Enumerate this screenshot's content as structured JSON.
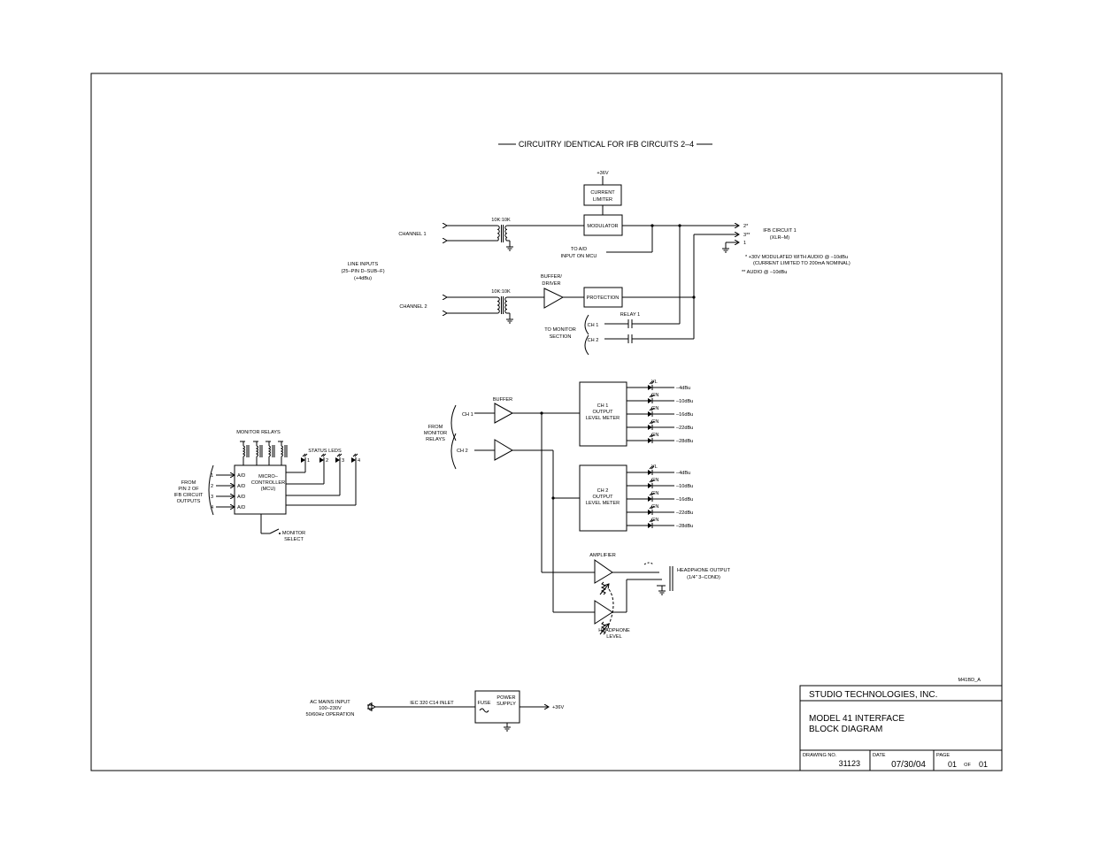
{
  "header": {
    "note": "CIRCUITRY IDENTICAL FOR IFB CIRCUITS 2–4"
  },
  "ifb": {
    "supply": "+36V",
    "current_limiter": [
      "CURRENT",
      "LIMITER"
    ],
    "transformer1": "10K:10K",
    "transformer2": "10K:10K",
    "channel1": "CHANNEL 1",
    "channel2": "CHANNEL 2",
    "line_inputs": [
      "LINE INPUTS",
      "(25–PIN D–SUB–F)",
      "(+4dBu)"
    ],
    "modulator": "MODULATOR",
    "to_ad": [
      "TO A/D",
      "INPUT ON MCU"
    ],
    "buffer_driver": [
      "BUFFER/",
      "DRIVER"
    ],
    "protection": "PROTECTION",
    "relay": "RELAY 1",
    "relay_ch1": "CH 1",
    "relay_ch2": "CH 2",
    "to_monitor": [
      "TO MONITOR",
      "SECTION"
    ],
    "pin_labels": [
      "2*",
      "3**",
      "1"
    ],
    "output": [
      "IFB CIRCUIT 1",
      "(XLR–M)"
    ],
    "notes": [
      "*   +30V MODULATED WITH AUDIO @ –10dBu",
      "(CURRENT LIMITED TO 200mA NOMINAL)",
      "**  AUDIO @ –10dBu"
    ]
  },
  "meters": {
    "from_monitor": [
      "FROM",
      "MONITOR",
      "RELAYS"
    ],
    "ch1": "CH 1",
    "ch2": "CH 2",
    "buffer": "BUFFER",
    "meter1": [
      "CH 1",
      "OUTPUT",
      "LEVEL METER"
    ],
    "meter2": [
      "CH 2",
      "OUTPUT",
      "LEVEL METER"
    ],
    "led_colors": [
      "YL",
      "GN",
      "GN",
      "GN",
      "GN"
    ],
    "levels": [
      "–4dBu",
      "–10dBu",
      "–16dBu",
      "–22dBu",
      "–28dBu"
    ],
    "amplifier": "AMPLIFIER",
    "headphone_output": [
      "HEADPHONE OUTPUT",
      "(1/4\" 3–COND)"
    ],
    "headphone_level": [
      "HEADPHONE",
      "LEVEL"
    ]
  },
  "mcu": {
    "monitor_relays": "MONITOR RELAYS",
    "status_leds": "STATUS LEDS",
    "led_numbers": [
      "1",
      "2",
      "3",
      "4"
    ],
    "inputs": [
      "1",
      "2",
      "3",
      "4"
    ],
    "ad": "A/D",
    "name": [
      "MICRO–",
      "CONTROLLER",
      "(MCU)"
    ],
    "from_pin2": [
      "FROM",
      "PIN 2 OF",
      "IFB CIRCUIT",
      "OUTPUTS"
    ],
    "monitor_select": [
      "MONITOR",
      "SELECT"
    ]
  },
  "power": {
    "ac_mains": [
      "AC MAINS INPUT",
      "100–230V",
      "50/60Hz OPERATION"
    ],
    "inlet": "IEC 320 C14 INLET",
    "fuse": "FUSE",
    "supply": [
      "POWER",
      "SUPPLY"
    ],
    "output": "+36V"
  },
  "title_block": {
    "ref": "M41BD_A",
    "company": "STUDIO TECHNOLOGIES, INC.",
    "title": [
      "MODEL 41 INTERFACE",
      "BLOCK DIAGRAM"
    ],
    "drawing_no_label": "DRAWING NO.",
    "drawing_no": "31123",
    "date_label": "DATE",
    "date": "07/30/04",
    "page_label": "PAGE",
    "page": "01",
    "of": "OF",
    "pages": "01"
  }
}
